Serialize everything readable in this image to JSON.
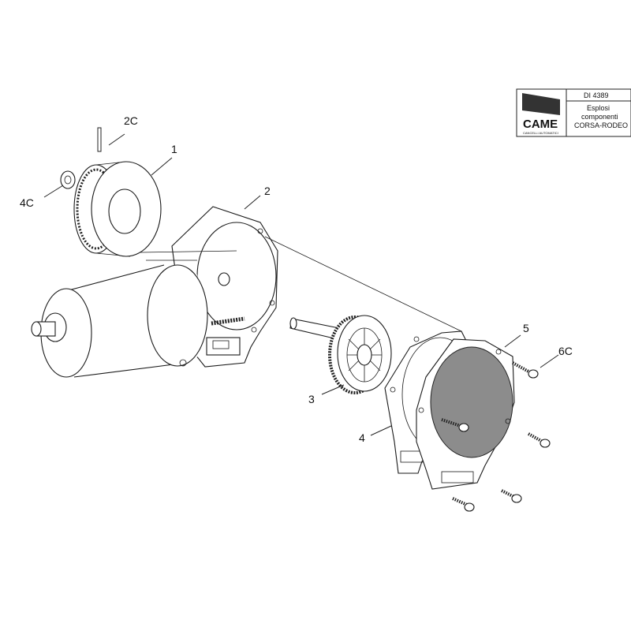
{
  "title_block": {
    "drawing_number": "DI 4389",
    "line1": "Esplosi",
    "line2": "componenti",
    "line3": "CORSA-RODEO",
    "logo_text": "CAME",
    "logo_tagline": "CANCELLI AUTOMATICI"
  },
  "callouts": {
    "c2c": "2C",
    "c1": "1",
    "c4c": "4C",
    "c2": "2",
    "c3": "3",
    "c4": "4",
    "c5": "5",
    "c6c": "6C"
  }
}
